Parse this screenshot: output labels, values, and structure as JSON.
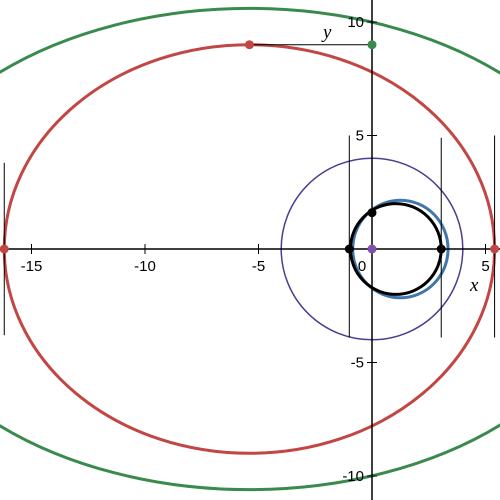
{
  "chart_data": {
    "type": "scatter",
    "xlabel": "x",
    "ylabel": "y",
    "xlim": [
      -16.2,
      5.4
    ],
    "ylim": [
      -11.1,
      10.8
    ],
    "x_ticks": [
      -15,
      -10,
      -5,
      0,
      5
    ],
    "x_tick_labels": [
      "-15",
      "-10",
      "-5",
      "0",
      "5"
    ],
    "y_ticks": [
      -10,
      -5,
      5,
      10
    ],
    "y_tick_labels": [
      "-10",
      "-5",
      "5",
      "10"
    ],
    "grid": false,
    "legend": "none",
    "colors": {
      "green": "#3a8a4e",
      "red": "#c24744",
      "purple": "#4a3f90",
      "blue": "#3f77ab",
      "black": "#000000",
      "dot_purple": "#7d4fae"
    },
    "curves": [
      {
        "kind": "ellipse",
        "color": "green",
        "center": [
          -5.4,
          0
        ],
        "radius_x": 16.2,
        "radius_y": 10.6,
        "width": 3
      },
      {
        "kind": "ellipse",
        "color": "red",
        "center": [
          -5.4,
          0
        ],
        "radius_x": 10.8,
        "radius_y": 9.0,
        "width": 3
      },
      {
        "kind": "ellipse",
        "color": "purple",
        "center": [
          0,
          0
        ],
        "radius_x": 4.0,
        "radius_y": 4.0,
        "width": 1.5
      },
      {
        "kind": "ellipse",
        "color": "blue",
        "center": [
          1.25,
          0
        ],
        "radius_x": 2.1,
        "radius_y": 2.15,
        "width": 3
      },
      {
        "kind": "ellipse",
        "color": "black",
        "center": [
          1.05,
          0
        ],
        "radius_x": 2.0,
        "radius_y": 2.0,
        "width": 3
      }
    ],
    "vertical_lines": [
      {
        "x": -16.2,
        "y": [
          -3.8,
          3.8
        ]
      },
      {
        "x": -1.0,
        "y": [
          -3.9,
          5.0
        ]
      },
      {
        "x": 3.05,
        "y": [
          -3.9,
          4.9
        ]
      },
      {
        "x": 5.4,
        "y": [
          -3.9,
          5.0
        ]
      }
    ],
    "segments": [
      {
        "from": [
          -5.4,
          9.0
        ],
        "to": [
          0,
          9.0
        ]
      },
      {
        "from": [
          0,
          9.0
        ],
        "to": [
          0,
          10.6
        ]
      }
    ],
    "points": [
      {
        "x": -5.4,
        "y": 9.0,
        "color": "red"
      },
      {
        "x": 0,
        "y": 9.0,
        "color": "green"
      },
      {
        "x": -16.2,
        "y": 0,
        "color": "red"
      },
      {
        "x": 5.4,
        "y": 0,
        "color": "red"
      },
      {
        "x": -1.0,
        "y": 0,
        "color": "black"
      },
      {
        "x": 3.05,
        "y": 0,
        "color": "black"
      },
      {
        "x": 0,
        "y": 1.6,
        "color": "black"
      },
      {
        "x": 0,
        "y": 0,
        "color": "dot_purple"
      }
    ]
  }
}
